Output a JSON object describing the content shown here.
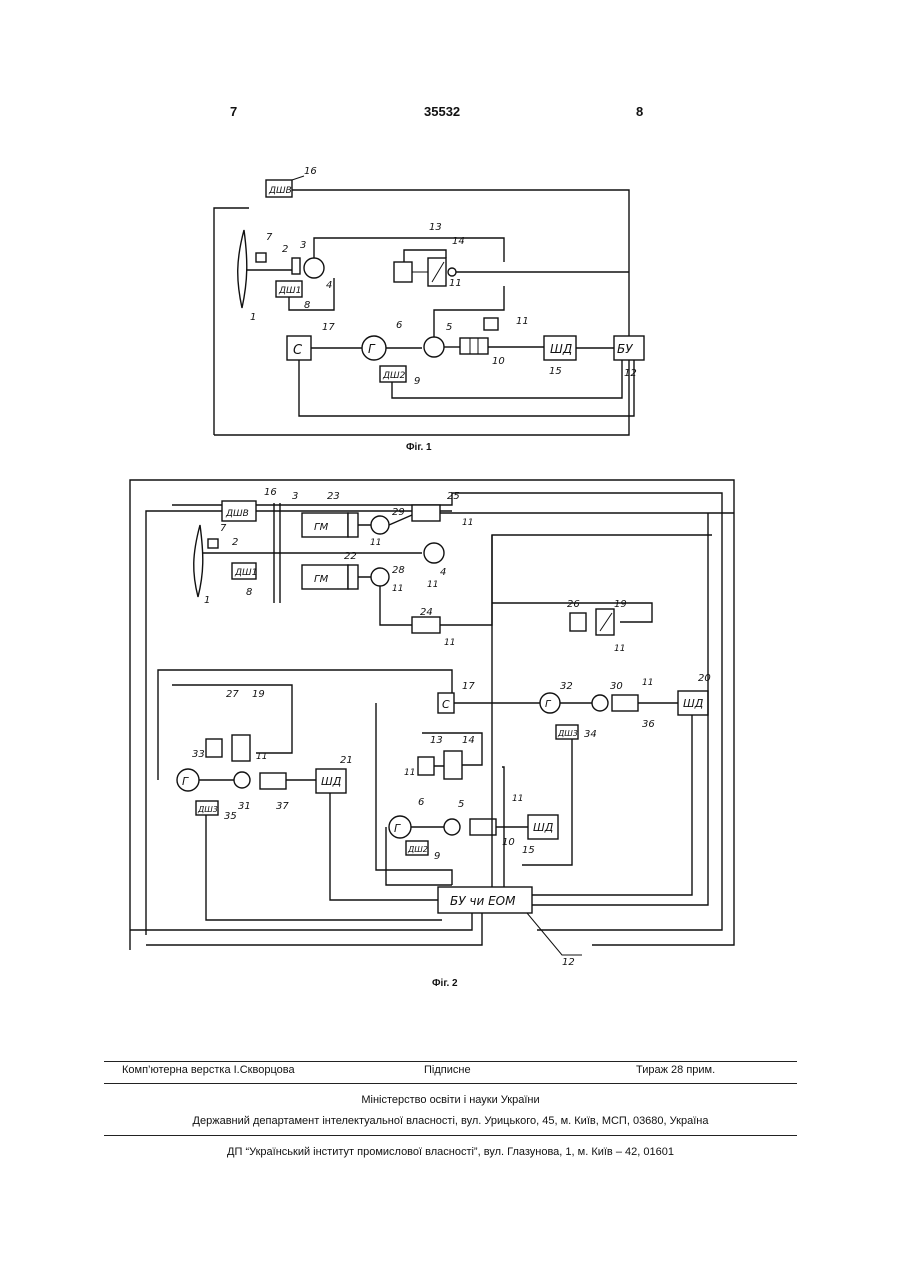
{
  "header": {
    "page_left": "7",
    "patent_number": "35532",
    "page_right": "8"
  },
  "fig1": {
    "caption": "Фіг. 1",
    "box_labels": {
      "dshv": "ДШВ",
      "dsh1": "ДШ1",
      "dsh2": "ДШ2",
      "c": "С",
      "g": "Г",
      "shd": "ШД",
      "bu": "БУ"
    },
    "numbers": [
      "16",
      "7",
      "2",
      "3",
      "4",
      "1",
      "8",
      "13",
      "14",
      "11",
      "17",
      "6",
      "5",
      "11",
      "10",
      "15",
      "9",
      "12"
    ]
  },
  "fig2": {
    "caption": "Фіг. 2",
    "box_labels": {
      "dshv": "ДШВ",
      "gm_top": "ГМ",
      "gm_bottom": "ГМ",
      "dsh1": "ДШ1",
      "c": "С",
      "g32": "Г",
      "dsh34": "ДШ3",
      "shd20": "ШД",
      "g33": "Г",
      "dsh35": "ДШ3",
      "shd21": "ШД",
      "g6": "Г",
      "dsh9": "ДШ2",
      "shd15": "ШД",
      "bu": "БУ чи ЕОМ"
    },
    "numbers": [
      "16",
      "3",
      "23",
      "29",
      "25",
      "11",
      "7",
      "2",
      "22",
      "4",
      "11",
      "28",
      "11",
      "1",
      "8",
      "24",
      "11",
      "26",
      "19",
      "11",
      "17",
      "32",
      "30",
      "11",
      "20",
      "27",
      "19",
      "11",
      "34",
      "36",
      "33",
      "31",
      "37",
      "21",
      "35",
      "13",
      "14",
      "11",
      "6",
      "5",
      "11",
      "10",
      "9",
      "15",
      "12"
    ]
  },
  "footer": {
    "layout_credit": "Комп’ютерна верстка І.Скворцова",
    "subscription": "Підписне",
    "circulation": "Тираж 28 прим.",
    "ministry": "Міністерство освіти і науки України",
    "department": "Державний департамент інтелектуальної власності, вул. Урицького, 45, м. Київ, МСП, 03680, Україна",
    "institute": "ДП “Український інститут промислової власності”, вул. Глазунова, 1, м. Київ – 42, 01601"
  }
}
